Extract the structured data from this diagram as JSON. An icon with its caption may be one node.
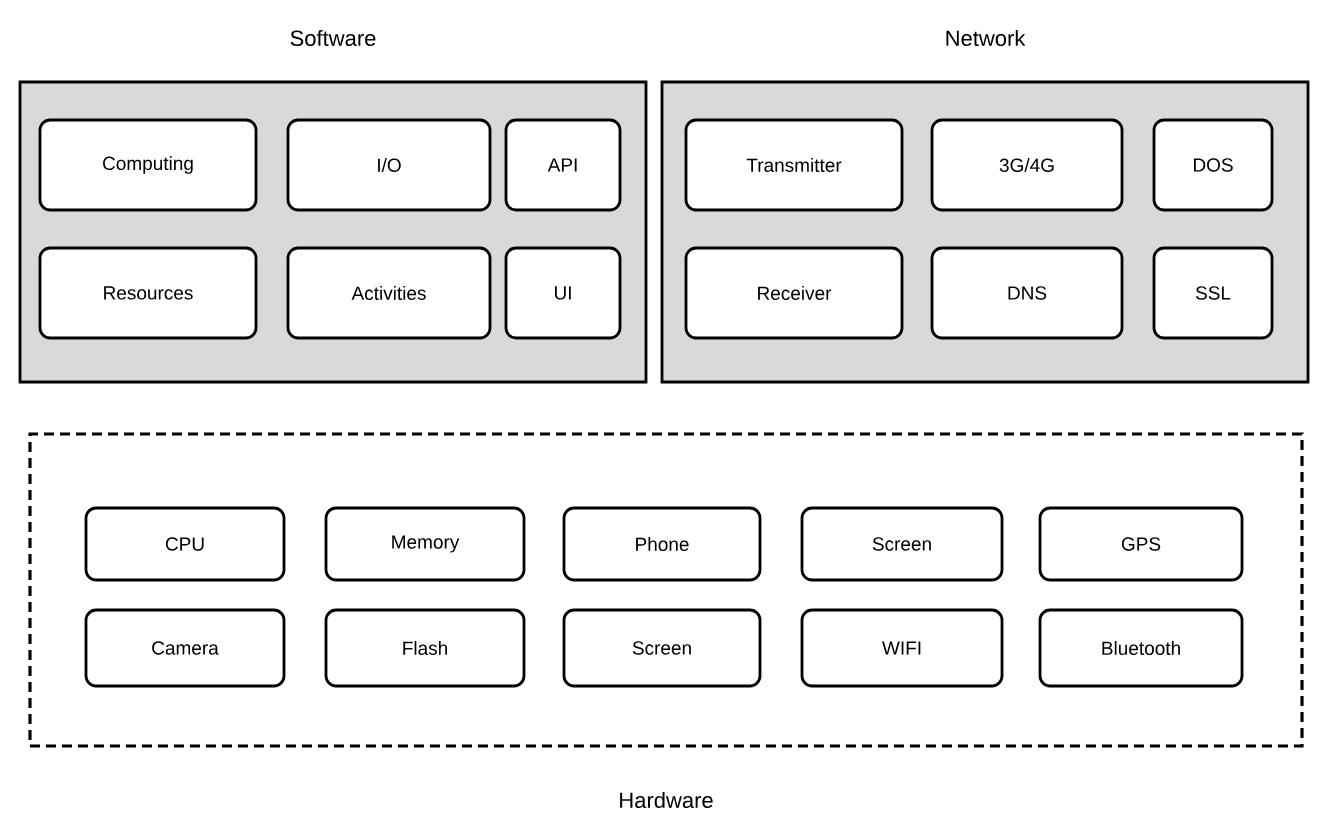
{
  "diagram": {
    "nodes": [
      {
        "text": [
          "Software"
        ]
      },
      {
        "text": [
          "Computing"
        ],
        "in": 0
      },
      {
        "text": [
          "I/O"
        ],
        "in": 0
      },
      {
        "text": [
          "API"
        ],
        "in": 0
      },
      {
        "text": [
          "Resources"
        ],
        "in": 0
      },
      {
        "text": [
          "Activities"
        ],
        "in": 0
      },
      {
        "text": [
          "UI"
        ],
        "in": 0
      },
      {
        "text": [
          "Network"
        ]
      },
      {
        "text": [
          "Transmitter"
        ],
        "in": 7
      },
      {
        "text": [
          "3G/4G"
        ],
        "in": 7
      },
      {
        "text": [
          "DOS"
        ],
        "in": 7
      },
      {
        "text": [
          "Receiver"
        ],
        "in": 7
      },
      {
        "text": [
          "DNS"
        ],
        "in": 7
      },
      {
        "text": [
          "SSL"
        ],
        "in": 7
      },
      {
        "text": [
          "Hardware"
        ]
      },
      {
        "text": [
          "CPU"
        ],
        "in": 14
      },
      {
        "text": [
          "Memory"
        ],
        "in": 14
      },
      {
        "text": [
          "Phone"
        ],
        "in": 14
      },
      {
        "text": [
          "Screen"
        ],
        "in": 14
      },
      {
        "text": [
          "GPS"
        ],
        "in": 14
      },
      {
        "text": [
          "Camera"
        ],
        "in": 14
      },
      {
        "text": [
          "Flash"
        ],
        "in": 14
      },
      {
        "text": [
          "Screen"
        ],
        "in": 14
      },
      {
        "text": [
          "WIFI"
        ],
        "in": 14
      },
      {
        "text": [
          "Bluetooth"
        ],
        "in": 14
      }
    ]
  }
}
